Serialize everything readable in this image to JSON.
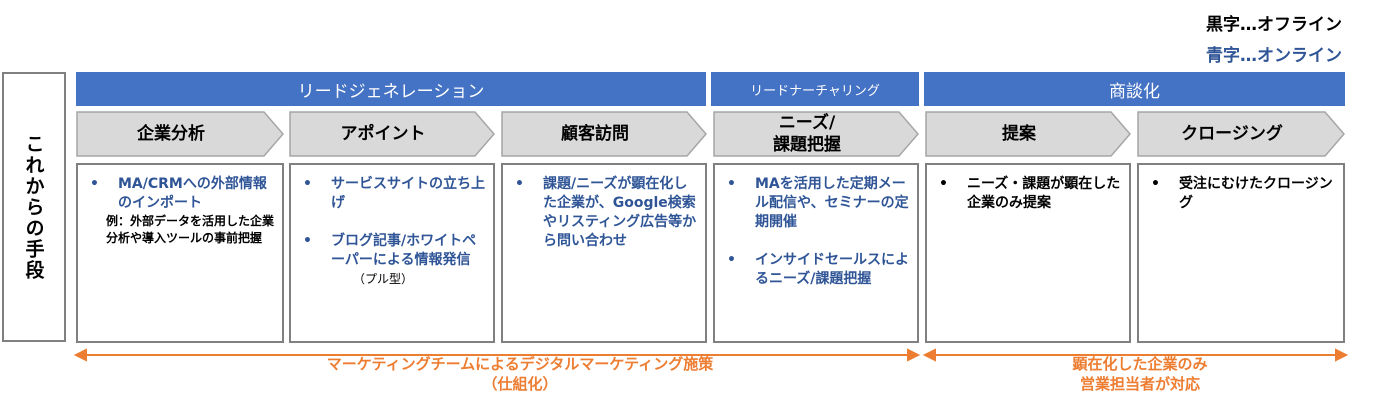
{
  "legend": {
    "offline": "黒字…オフライン",
    "online": "青字…オンライン"
  },
  "side_label": "これからの手段",
  "phases": [
    "リードジェネレーション",
    "リードナーチャリング",
    "商談化"
  ],
  "steps": [
    "企業分析",
    "アポイント",
    "顧客訪問",
    "ニーズ/\n課題把握",
    "提案",
    "クロージング"
  ],
  "boxes": [
    {
      "items": [
        {
          "text": "MA/CRMへの外部情報のインポート",
          "online": true
        }
      ],
      "note": "例：外部データを活用した企業分析や導入ツールの事前把握"
    },
    {
      "items": [
        {
          "text": "サービスサイトの立ち上げ",
          "online": true
        },
        {
          "text": "ブログ記事/ホワイトペーパーによる情報発信",
          "online": true
        }
      ],
      "note": "（プル型）"
    },
    {
      "items": [
        {
          "text": "課題/ニーズが顕在化した企業が、Google検索やリスティング広告等から問い合わせ",
          "online": true
        }
      ]
    },
    {
      "items": [
        {
          "text": "MAを活用した定期メール配信や、セミナーの定期開催",
          "online": true
        },
        {
          "text": "インサイドセールスによるニーズ/課題把握",
          "online": true
        }
      ]
    },
    {
      "items": [
        {
          "text": "ニーズ・課題が顕在した企業のみ提案",
          "online": false
        }
      ]
    },
    {
      "items": [
        {
          "text": "受注にむけたクロージング",
          "online": false
        }
      ]
    }
  ],
  "bullet": "•",
  "arrows": [
    {
      "line1": "マーケティングチームによるデジタルマーケティング施策",
      "line2": "（仕組化）"
    },
    {
      "line1": "顕在化した企業のみ",
      "line2": "営業担当者が対応"
    }
  ],
  "colors": {
    "band": "#4472C4",
    "chevron": "#D9D9D9",
    "online_text": "#2F5597",
    "arrow": "#ED7D31"
  }
}
